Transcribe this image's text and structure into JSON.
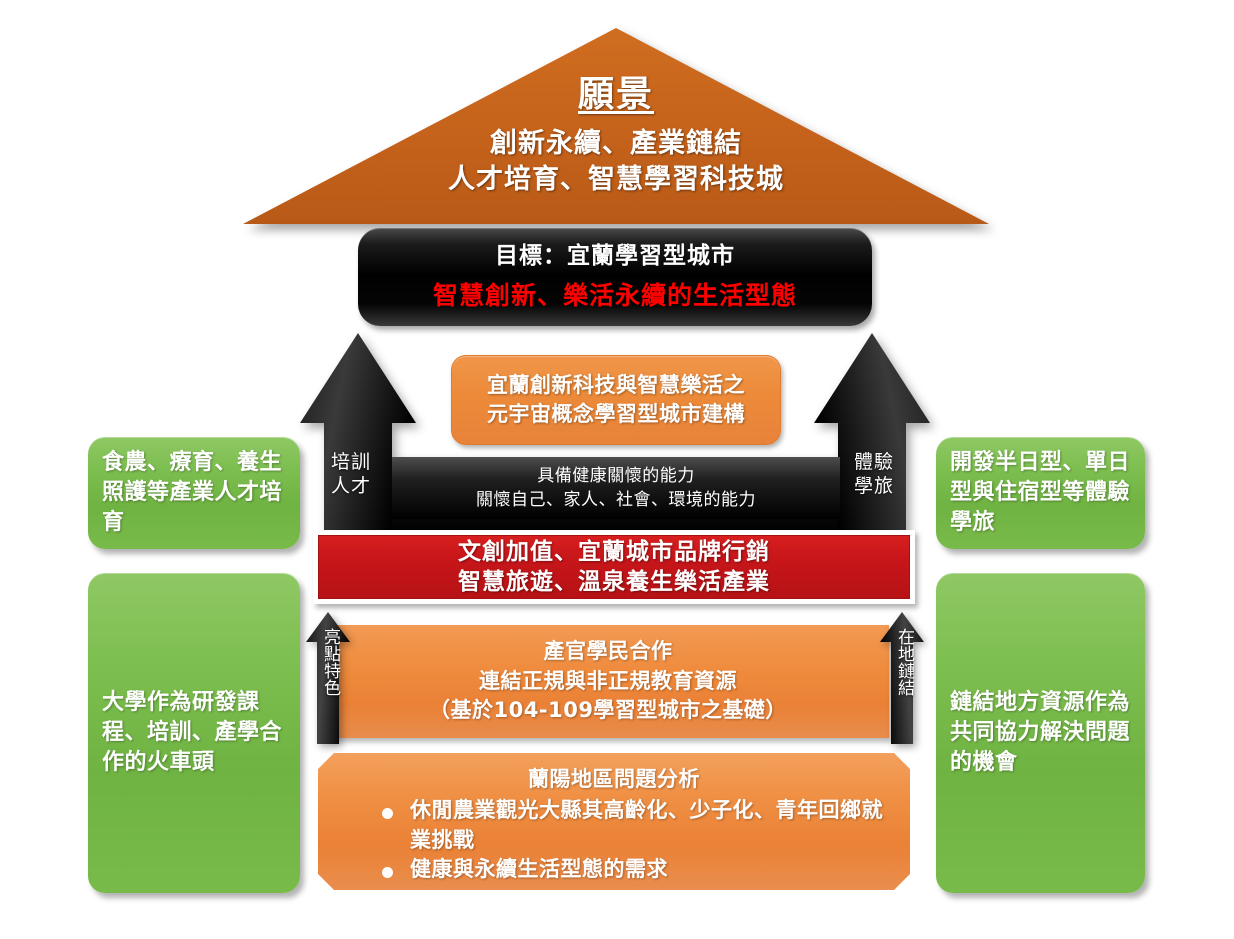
{
  "roof": {
    "title": "願景",
    "lines": [
      "創新永續、產業鏈結",
      "人才培育、智慧學習科技城"
    ],
    "color": "#c5621b"
  },
  "goal": {
    "line1": "目標：宜蘭學習型城市",
    "line2": "智慧創新、樂活永續的生活型態",
    "line2_color": "#ff0000",
    "bg_color": "#000000"
  },
  "metaverse": {
    "lines": [
      "宜蘭創新科技與智慧樂活之",
      "元宇宙概念學習型城市建構"
    ],
    "color": "#ea8136"
  },
  "capability": {
    "lines": [
      "具備健康關懷的能力",
      "關懷自己、家人、社會、環境的能力"
    ],
    "bg_color": "#000000"
  },
  "red_band": {
    "lines": [
      "文創加值、宜蘭城市品牌行銷",
      "智慧旅遊、溫泉養生樂活產業"
    ],
    "color": "#c8161a"
  },
  "big_arrows": {
    "left_label": "培訓\n人才",
    "right_label": "體驗\n學旅",
    "color": "#000000"
  },
  "small_arrows": {
    "left_label": "亮點特色",
    "right_label": "在地鏈結",
    "color": "#000000"
  },
  "cooperation": {
    "lines": [
      "產官學民合作",
      "連結正規與非正規教育資源",
      "（基於104-109學習型城市之基礎）"
    ],
    "color": "#ea8136"
  },
  "problem": {
    "title": "蘭陽地區問題分析",
    "bullets": [
      "休閒農業觀光大縣其高齡化、少子化、青年回鄉就業挑戰",
      "健康與永續生活型態的需求"
    ],
    "color": "#ea8136"
  },
  "green_boxes": {
    "color": "#6fb342",
    "top_left": "食農、療育、養生照護等產業人才培育",
    "top_right": "開發半日型、單日型與住宿型等體驗學旅",
    "bottom_left": "大學作為研發課程、培訓、產學合作的火車頭",
    "bottom_right": "鏈結地方資源作為共同協力解決問題的機會"
  }
}
